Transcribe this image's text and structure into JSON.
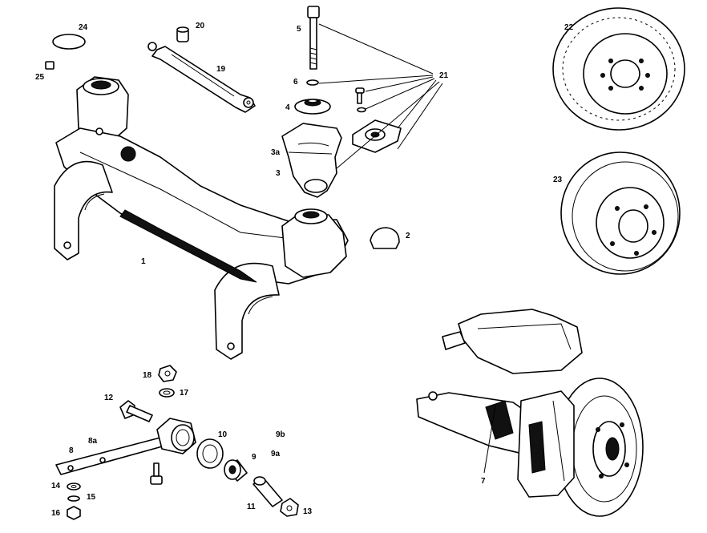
{
  "callouts": {
    "c1": "1",
    "c2": "2",
    "c3": "3",
    "c3a": "3a",
    "c4": "4",
    "c5": "5",
    "c6": "6",
    "c7": "7",
    "c8": "8",
    "c8a": "8a",
    "c9": "9",
    "c9a": "9a",
    "c9b": "9b",
    "c10": "10",
    "c11": "11",
    "c12": "12",
    "c13": "13",
    "c14": "14",
    "c15": "15",
    "c16": "16",
    "c17": "17",
    "c18": "18",
    "c19": "19",
    "c20": "20",
    "c21": "21",
    "c22": "22",
    "c23": "23",
    "c24": "24",
    "c25": "25"
  }
}
